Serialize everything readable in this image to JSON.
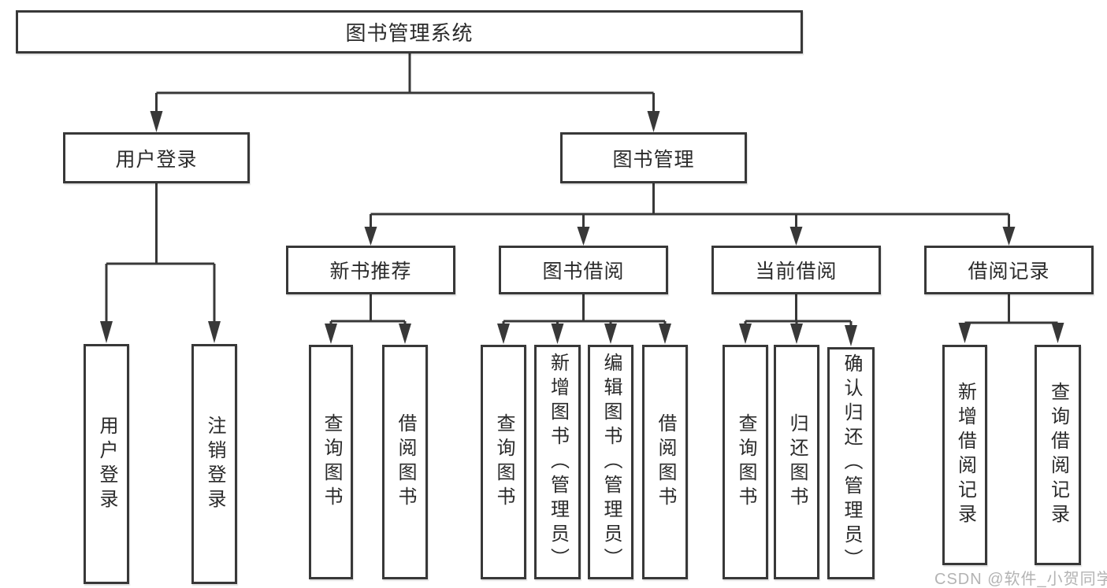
{
  "nodes": {
    "root": "图书管理系统",
    "user_login": "用户登录",
    "book_management": "图书管理",
    "new_book_recommend": "新书推荐",
    "book_borrow": "图书借阅",
    "current_borrow": "当前借阅",
    "borrow_record": "借阅记录",
    "login_user_login": "用户登录",
    "login_logout": "注销登录",
    "recommend_query_book": "查询图书",
    "recommend_borrow_book": "借阅图书",
    "borrow_query_book": "查询图书",
    "borrow_add_book": "新增图书（管理员）",
    "borrow_edit_book": "编辑图书（管理员）",
    "borrow_borrow_book": "借阅图书",
    "current_query_book": "查询图书",
    "current_return_book": "归还图书",
    "current_confirm_return": "确认归还（管理员）",
    "record_add_record": "新增借阅记录",
    "record_query_record": "查询借阅记录"
  },
  "watermark": "CSDN @软件_小贺同学",
  "colors": {
    "line": "#383838",
    "text": "#2a2a2a",
    "background": "#ffffff",
    "watermark": "#b3b3b3"
  }
}
